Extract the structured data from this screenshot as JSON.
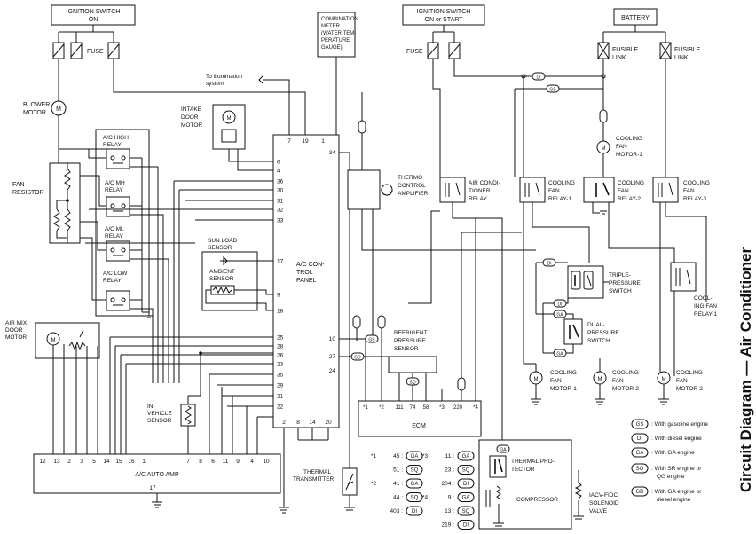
{
  "title": "Circuit Diagram — Air Conditioner",
  "supplies": {
    "ign_on": [
      "IGNITION SWITCH",
      "ON"
    ],
    "ign_start": [
      "IGNITION SWITCH",
      "ON or START"
    ],
    "battery": "BATTERY",
    "fuse1": "FUSE",
    "fuse2": "FUSE",
    "fusible1": [
      "FUSIBLE",
      "LINK"
    ],
    "fusible2": [
      "FUSIBLE",
      "LINK"
    ]
  },
  "components": {
    "meter": [
      "COMBINATION",
      "METER",
      "(WATER TEM-",
      "PERATURE",
      "GAUGE)"
    ],
    "illum": [
      "To illumination",
      "system"
    ],
    "blower": [
      "BLOWER",
      "MOTOR"
    ],
    "intake": [
      "INTAKE",
      "DOOR",
      "MOTOR"
    ],
    "fan_resistor": [
      "FAN",
      "RESISTOR"
    ],
    "ac_high": [
      "A/C HIGH",
      "RELAY"
    ],
    "ac_mh": [
      "A/C MH",
      "RELAY"
    ],
    "ac_ml": [
      "A/C ML",
      "RELAY"
    ],
    "ac_low": [
      "A/C LOW",
      "RELAY"
    ],
    "sun": [
      "SUN LOAD",
      "SENSOR"
    ],
    "ambient": [
      "AMBIENT",
      "SENSOR"
    ],
    "panel": [
      "A/C CON-",
      "TROL",
      "PANEL"
    ],
    "air_mix": [
      "AIR MIX",
      "DOOR",
      "MOTOR"
    ],
    "in_vehicle": [
      "IN-",
      "VEHICLE",
      "SENSOR"
    ],
    "amp": "A/C AUTO AMP",
    "thermo": [
      "THERMO",
      "CONTROL",
      "AMPLIFIER"
    ],
    "ac_relay": [
      "AIR CONDI-",
      "TIONER",
      "RELAY"
    ],
    "cf_relay1": [
      "COOLING",
      "FAN",
      "RELAY-1"
    ],
    "cf_relay2": [
      "COOLING",
      "FAN",
      "RELAY-2"
    ],
    "cf_relay3": [
      "COOLING",
      "FAN",
      "RELAY-3"
    ],
    "cf_motor1_top": [
      "COOLING",
      "FAN",
      "MOTOR-1"
    ],
    "triple": [
      "TRIPLE-",
      "PRESSURE",
      "SWITCH"
    ],
    "dual": [
      "DUAL-",
      "PRESSURE",
      "SWITCH"
    ],
    "cool_fan_relay1": [
      "COOL-",
      "ING FAN",
      "RELAY-1"
    ],
    "refrig": [
      "REFRIGENT",
      "PRESSURE",
      "SENSOR"
    ],
    "ecm": "ECM",
    "cfm1": [
      "COOLING",
      "FAN",
      "MOTOR-1"
    ],
    "cfm2a": [
      "COOLING",
      "FAN",
      "MOTOR-2"
    ],
    "cfm2b": [
      "COOLING",
      "FAN",
      "MOTOR-2"
    ],
    "thermal_tx": [
      "THERMAL",
      "TRANSMITTER"
    ],
    "thermal_prot": [
      "THERMAL PRO-",
      "TECTOR"
    ],
    "compressor": "COMPRESSOR",
    "iacv": [
      "IACV-FIDC",
      "SOLENOID",
      "VALVE"
    ]
  },
  "panel_pins_left": [
    "6",
    "4",
    "36",
    "30",
    "31",
    "32",
    "33",
    "17",
    "9",
    "18",
    "25",
    "28",
    "26",
    "23",
    "35",
    "29",
    "21",
    "22"
  ],
  "panel_pins_top": [
    "7",
    "19",
    "1"
  ],
  "panel_pins_right": [
    "34",
    "10",
    "27",
    "24"
  ],
  "panel_pins_bottom": [
    "2",
    "8",
    "14",
    "20"
  ],
  "amp_pins": [
    "12",
    "13",
    "2",
    "3",
    "5",
    "14",
    "15",
    "16",
    "1",
    "7",
    "8",
    "6",
    "11",
    "9",
    "4",
    "10"
  ],
  "amp_pin_bottom": "17",
  "ecm_pins": [
    "*1",
    "*2",
    "111",
    "74",
    "58",
    "*3",
    "220",
    "*4"
  ],
  "sensor_pin": "SQ",
  "footnotes": {
    "col1": [
      [
        "*1",
        "45",
        "GA"
      ],
      [
        "",
        "51",
        "SQ"
      ],
      [
        "*2",
        "41",
        "GA"
      ],
      [
        "",
        "44",
        "SQ"
      ],
      [
        "",
        "403",
        "DI"
      ]
    ],
    "col2": [
      [
        "*3",
        "11",
        "GA"
      ],
      [
        "",
        "23",
        "SQ"
      ],
      [
        "",
        "204",
        "DI"
      ],
      [
        "*4",
        "9",
        "GA"
      ],
      [
        "",
        "13",
        "SQ"
      ],
      [
        "",
        "219",
        "DI"
      ]
    ]
  },
  "tags": {
    "GS": "GS",
    "DI": "DI",
    "GA": "GA",
    "SQ": "SQ",
    "GD": "GD"
  },
  "legend": [
    {
      "code": "GS",
      "text": ": With gasoline engine"
    },
    {
      "code": "DI",
      "text": ": With diesel engine"
    },
    {
      "code": "GA",
      "text": ": With GA engine"
    },
    {
      "code": "SQ",
      "text": ": With SR engine or",
      "text2": "QG engine"
    },
    {
      "code": "GD",
      "text": ": With GA engine or",
      "text2": "diesel engine"
    }
  ]
}
